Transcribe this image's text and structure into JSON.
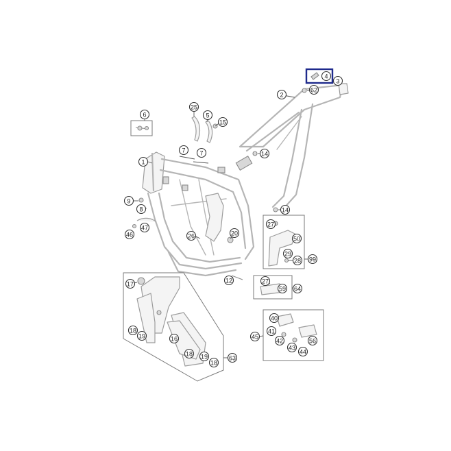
{
  "callouts": [
    {
      "label": "1"
    },
    {
      "label": "2"
    },
    {
      "label": "3"
    },
    {
      "label": "4"
    },
    {
      "label": "5"
    },
    {
      "label": "6"
    },
    {
      "label": "7"
    },
    {
      "label": "7"
    },
    {
      "label": "8"
    },
    {
      "label": "9"
    },
    {
      "label": "12"
    },
    {
      "label": "14"
    },
    {
      "label": "14"
    },
    {
      "label": "15"
    },
    {
      "label": "16"
    },
    {
      "label": "17"
    },
    {
      "label": "18"
    },
    {
      "label": "18"
    },
    {
      "label": "18"
    },
    {
      "label": "19"
    },
    {
      "label": "19"
    },
    {
      "label": "20"
    },
    {
      "label": "25"
    },
    {
      "label": "26"
    },
    {
      "label": "27"
    },
    {
      "label": "27"
    },
    {
      "label": "28"
    },
    {
      "label": "29"
    },
    {
      "label": "40"
    },
    {
      "label": "41"
    },
    {
      "label": "42"
    },
    {
      "label": "43"
    },
    {
      "label": "44"
    },
    {
      "label": "45"
    },
    {
      "label": "46"
    },
    {
      "label": "47"
    },
    {
      "label": "50"
    },
    {
      "label": "56"
    },
    {
      "label": "59"
    },
    {
      "label": "62"
    },
    {
      "label": "63"
    },
    {
      "label": "64"
    },
    {
      "label": "99"
    }
  ],
  "highlight": {
    "label": "4",
    "color": "#1e2a8c"
  }
}
